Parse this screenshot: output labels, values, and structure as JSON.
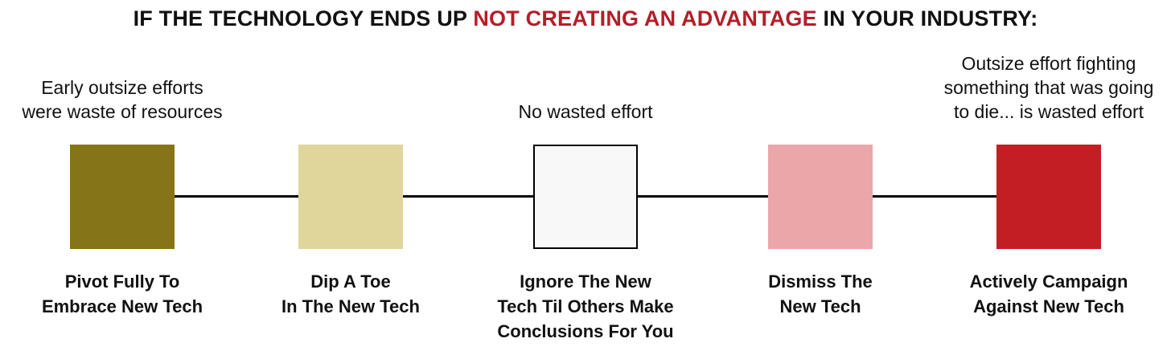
{
  "title": {
    "before": "IF THE TECHNOLOGY ENDS UP ",
    "highlight": "NOT CREATING AN ADVANTAGE",
    "after": " IN YOUR INDUSTRY:",
    "highlight_color": "#b41e28"
  },
  "stages": [
    {
      "note_lines": [
        "Early outsize efforts",
        "were waste of resources"
      ],
      "label_lines": [
        "Pivot Fully To",
        "Embrace New Tech"
      ],
      "fill": "#857516",
      "border": "#857516"
    },
    {
      "note_lines": [],
      "label_lines": [
        "Dip A Toe",
        "In The New Tech"
      ],
      "fill": "#e0d59b",
      "border": "#e0d59b"
    },
    {
      "note_lines": [
        "No wasted effort"
      ],
      "label_lines": [
        "Ignore The New",
        "Tech Til Others Make",
        "Conclusions For You"
      ],
      "fill": "#f8f8f8",
      "border": "#000000"
    },
    {
      "note_lines": [],
      "label_lines": [
        "Dismiss The",
        "New Tech"
      ],
      "fill": "#eba6aa",
      "border": "#eba6aa"
    },
    {
      "note_lines": [
        "Outsize effort fighting",
        "something that was going",
        "to die... is wasted effort"
      ],
      "label_lines": [
        "Actively Campaign",
        "Against New Tech"
      ],
      "fill": "#c41e25",
      "border": "#c41e25"
    }
  ]
}
